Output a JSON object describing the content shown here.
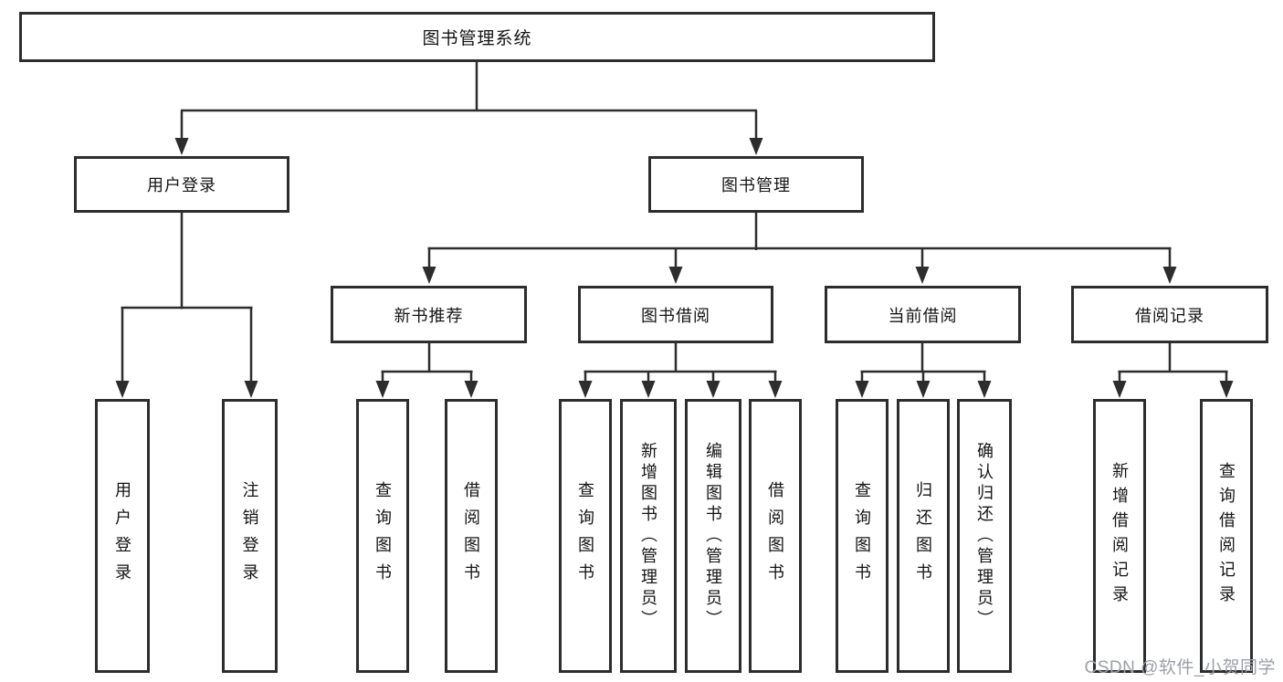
{
  "diagram": {
    "title": "图书管理系统",
    "root": {
      "label": "图书管理系统"
    },
    "level2": {
      "user_login": {
        "label": "用户登录"
      },
      "book_mgmt": {
        "label": "图书管理"
      }
    },
    "level3": {
      "new_book_rec": {
        "label": "新书推荐"
      },
      "book_borrow": {
        "label": "图书借阅"
      },
      "current_borrow": {
        "label": "当前借阅"
      },
      "borrow_record": {
        "label": "借阅记录"
      }
    },
    "leaves": {
      "user_login": {
        "label": "用户登录"
      },
      "logout": {
        "label": "注销登录"
      },
      "query_book_rec": {
        "label": "查询图书"
      },
      "borrow_book_rec": {
        "label": "借阅图书"
      },
      "query_book_borrow": {
        "label": "查询图书"
      },
      "add_book_admin": {
        "label": "新增图书（管理员）"
      },
      "edit_book_admin": {
        "label": "编辑图书（管理员）"
      },
      "borrow_book_borrow": {
        "label": "借阅图书"
      },
      "query_book_current": {
        "label": "查询图书"
      },
      "return_book": {
        "label": "归还图书"
      },
      "confirm_return_admin": {
        "label": "确认归还（管理员）"
      },
      "add_borrow_record": {
        "label": "新增借阅记录"
      },
      "query_borrow_record": {
        "label": "查询借阅记录"
      }
    },
    "line_color": "#2d2d2d",
    "box_background": "#ffffff",
    "watermark": {
      "text": "CSDN @软件_小贺同学",
      "color": "#9aa0a8"
    }
  }
}
